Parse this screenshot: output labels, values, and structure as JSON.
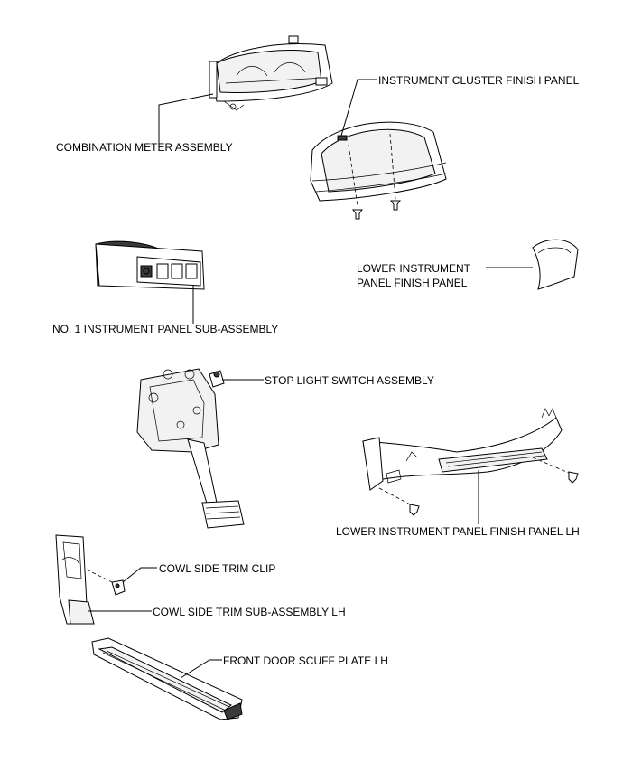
{
  "labels": {
    "combination_meter": "COMBINATION METER ASSEMBLY",
    "cluster_finish_panel": "INSTRUMENT CLUSTER FINISH PANEL",
    "lower_finish_panel_line1": "LOWER INSTRUMENT",
    "lower_finish_panel_line2": "PANEL FINISH PANEL",
    "no1_instrument_panel": "NO. 1 INSTRUMENT PANEL SUB-ASSEMBLY",
    "stop_light_switch": "STOP LIGHT SWITCH ASSEMBLY",
    "lower_finish_panel_lh": "LOWER INSTRUMENT PANEL FINISH PANEL LH",
    "cowl_trim_clip": "COWL SIDE TRIM CLIP",
    "cowl_trim_lh": "COWL SIDE TRIM SUB-ASSEMBLY LH",
    "scuff_plate": "FRONT DOOR SCUFF PLATE LH"
  }
}
